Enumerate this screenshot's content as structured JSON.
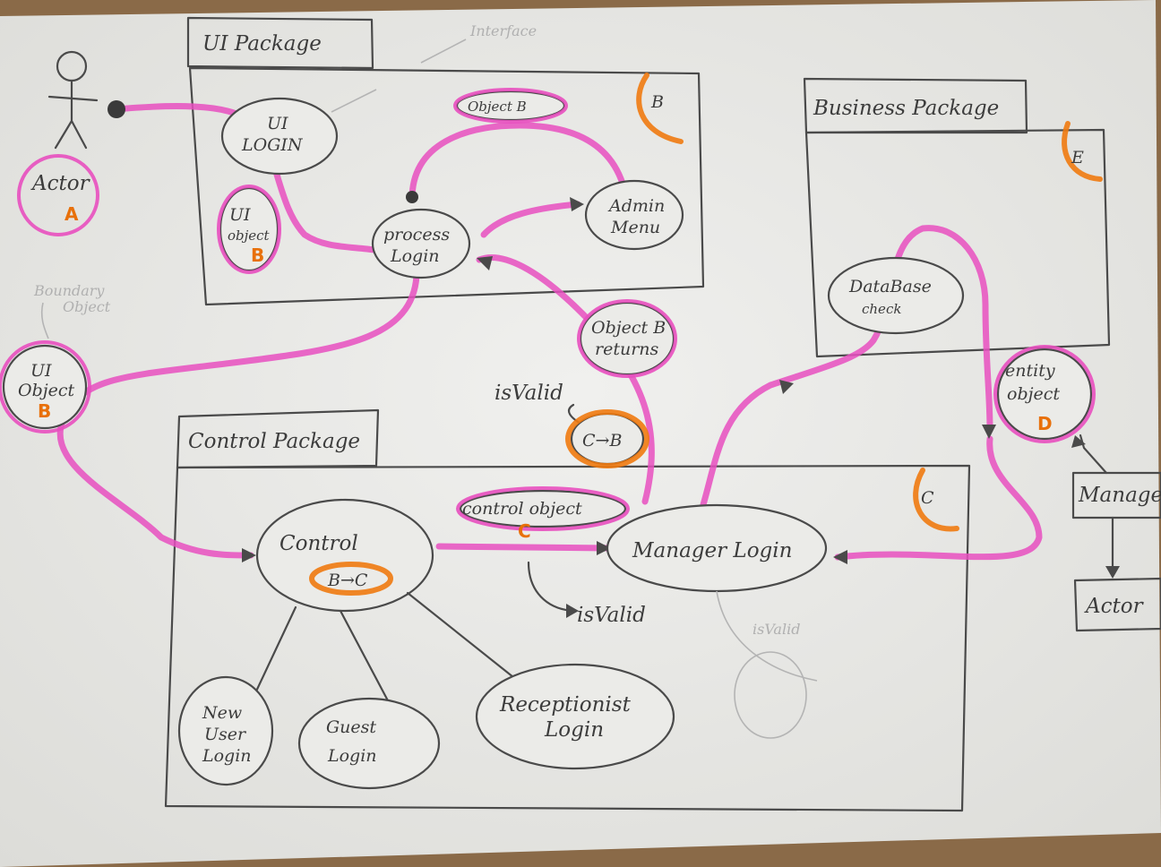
{
  "packages": {
    "ui": {
      "title": "UI Package",
      "tag": "B"
    },
    "business": {
      "title": "Business Package",
      "tag": "E"
    },
    "control": {
      "title": "Control Package",
      "tag": "C"
    }
  },
  "actor": {
    "label": "Actor",
    "tag": "A"
  },
  "boundary_note": [
    "Boundary",
    "Object"
  ],
  "interface_note": "Interface",
  "nodes": {
    "ui_login": [
      "UI",
      "LOGIN"
    ],
    "ui_object_inner": [
      "UI",
      "object"
    ],
    "ui_object_inner_tag": "B",
    "object_b": "Object B",
    "admin_menu": [
      "Admin",
      "Menu"
    ],
    "process_login": [
      "process",
      "Login"
    ],
    "database_check": [
      "DataBase",
      "check"
    ],
    "object_b_returns": [
      "Object B",
      "returns"
    ],
    "ui_object_outer": [
      "UI",
      "Object"
    ],
    "ui_object_outer_tag": "B",
    "entity_object": [
      "entity",
      "object"
    ],
    "entity_object_tag": "D",
    "manager_box": "Manager",
    "actor_box": "Actor",
    "control": "Control",
    "control_sub": "B→C",
    "control_object": "control object",
    "control_object_tag": "C",
    "manager_login": "Manager Login",
    "new_user_login": [
      "New",
      "User",
      "Login"
    ],
    "guest_login": [
      "Guest",
      "Login"
    ],
    "receptionist_login": [
      "Receptionist",
      "Login"
    ]
  },
  "labels": {
    "isvalid_top": "isValid",
    "c_to_b": "C→B",
    "isvalid_bottom": "isValid",
    "isvalid_faint": "isValid"
  },
  "colors": {
    "highlight_pink": "#e84fbf",
    "highlight_orange": "#f07a10",
    "pencil": "#4a4a4a",
    "paper": "#ebebe8"
  }
}
